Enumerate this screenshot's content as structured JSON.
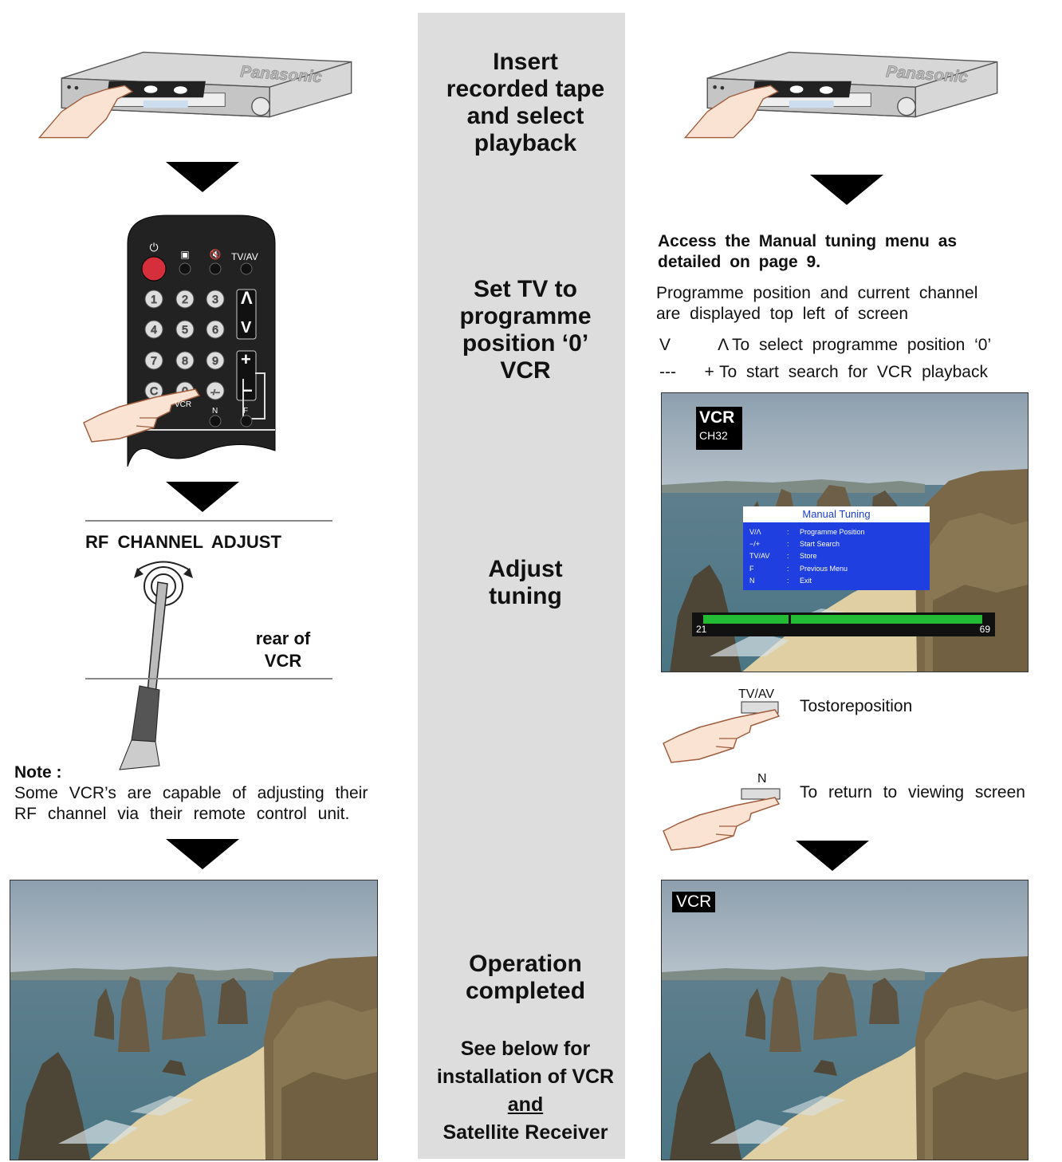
{
  "center": {
    "step1": [
      "Insert",
      "recorded  tape",
      "and  select",
      "playback"
    ],
    "step2": [
      "Set  TV  to",
      "programme",
      "position  ‘0’",
      "VCR"
    ],
    "step3": [
      "Adjust",
      "tuning"
    ],
    "step4": [
      "Operation",
      "completed"
    ],
    "step5": {
      "line1": "See  below  for",
      "line2": "installation  of  VCR",
      "line3": "and",
      "line4": "Satellite  Receiver"
    }
  },
  "left": {
    "vcr_brand": "Panasonic",
    "remote": {
      "tvav_label": "TV/AV",
      "keys": [
        "1",
        "2",
        "3",
        "4",
        "5",
        "6",
        "7",
        "8",
        "9",
        "C",
        "0",
        "-/--"
      ],
      "up_label": "Λ",
      "down_label": "V",
      "plus_label": "+",
      "minus_label": "−",
      "vcr_label": "VCR",
      "n_label": "N",
      "f_label": "F"
    },
    "rf_label": "RF  CHANNEL  ADJUST",
    "rear_label_1": "rear  of",
    "rear_label_2": "VCR",
    "note_title": "Note  :",
    "note_text_1": "Some  VCR’s  are  capable  of  adjusting  their",
    "note_text_2": "RF  channel  via  their  remote  control  unit."
  },
  "right": {
    "vcr_brand": "Panasonic",
    "access_1": "Access  the  Manual  tuning  menu  as",
    "access_2": "detailed  on  page  9.",
    "prog_1": "Programme  position  and  current  channel",
    "prog_2": "are  displayed  top  left  of  screen",
    "select_keys": "V     Λ",
    "select_text": "To  select  programme  position  ‘0’",
    "search_keys": "---   +",
    "search_text": "To  start  search  for  VCR  playback",
    "osd": {
      "source": "VCR",
      "channel": "CH32",
      "menu_title": "Manual Tuning",
      "menu_rows": [
        {
          "key": "V/Λ",
          "colon": ":",
          "desc": "Programme Position"
        },
        {
          "key": "−/+",
          "colon": ":",
          "desc": "Start Search"
        },
        {
          "key": "TV/AV",
          "colon": ":",
          "desc": "Store"
        },
        {
          "key": "F",
          "colon": ":",
          "desc": "Previous Menu"
        },
        {
          "key": "N",
          "colon": ":",
          "desc": "Exit"
        }
      ],
      "bar_min": "21",
      "bar_max": "69",
      "bar_position": 0.305
    },
    "store_button": "TV/AV",
    "store_text": "Tostoreposition",
    "return_button": "N",
    "return_text": "To  return  to  viewing  screen",
    "final_osd": "VCR"
  },
  "colors": {
    "strip": "#dddddd",
    "menu_blue": "#1f3fe0",
    "bar_green": "#22bb33",
    "power_red": "#d42f3a"
  }
}
